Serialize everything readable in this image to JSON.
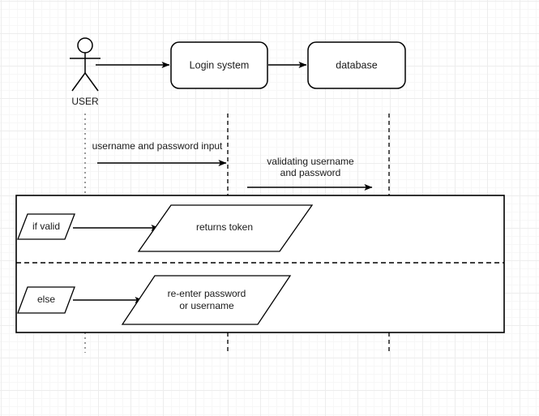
{
  "diagram": {
    "type": "uml-sequence-diagram",
    "background": "#ffffff",
    "line_color": "#000000",
    "text_color": "#1a1a1a",
    "grid_minor_color": "#f7f7f7",
    "grid_major_color": "#ededed",
    "actor": {
      "label": "USER"
    },
    "participants": [
      {
        "label": "Login system"
      },
      {
        "label": "database"
      }
    ],
    "messages": [
      {
        "label": "username and password input"
      },
      {
        "label_line1": "validating username",
        "label_line2": "and password"
      }
    ],
    "fragment": {
      "sections": [
        {
          "guard": "if valid",
          "note_line1": "returns token",
          "note_line2": ""
        },
        {
          "guard": "else",
          "note_line1": "re-enter password",
          "note_line2": "or username"
        }
      ]
    }
  }
}
